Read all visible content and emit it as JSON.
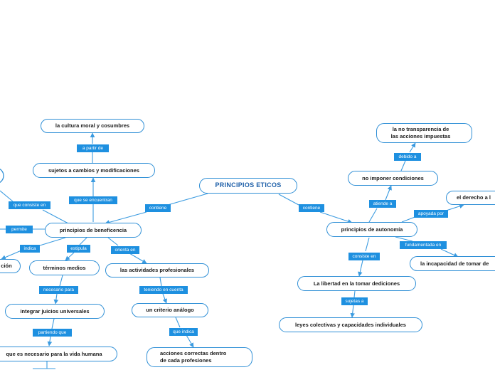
{
  "nodes": {
    "root": "PRINCIPIOS ETICOS",
    "beneficencia": "principios de beneficencia",
    "autonomia": "principios de autonomía",
    "sujetos_cambios": "sujetos a cambios y modificaciones",
    "cultura_moral": "la cultura moral y cosumbres",
    "terminos_medios": "términos medios",
    "actividades": "las actividades profesionales",
    "integrar_juicios": "integrar juicios universales",
    "necesario_vida": "que es necesario para la vida humana",
    "criterio": "un criterio análogo",
    "acciones": "acciones correctas dentro de cada profesiones",
    "cion": "ción",
    "no_imponer": "no imponer condiciones",
    "no_transparencia": "la no transparencia de las acciones impuestas",
    "derecho": "el derecho a l",
    "libertad": "La libertad en la tomar dediciones",
    "leyes": "leyes colectivas y capacidades individuales",
    "incapacidad": "la incapacidad de tomar de"
  },
  "links": {
    "contiene_left": "contiene",
    "contiene_right": "contiene",
    "que_se_encuentran": "que se encuentran",
    "a_partir_de": "a partir de",
    "que_consiste_en": "que consiste en",
    "permite": "permite",
    "indica": "indica",
    "estipula": "estipula",
    "orienta_en": "orienta en",
    "necesario_para": "necesario para",
    "partiendo_que": "partiendo que",
    "teniendo_en_cuenta": "teniendo en cuenta",
    "que_indica": "que indica",
    "debido_a": "debido a",
    "atiende_a": "atiende a",
    "apoyada_por": "apoyada por",
    "fundamentada_en": "fundamentada en",
    "consiste_en": "consiste en",
    "sujetas_a": "sujetas a"
  },
  "colors": {
    "border": "#2f8fd6",
    "label_bg": "#1e90e0",
    "line": "#3b9be0",
    "root_text": "#1d5fa8"
  }
}
